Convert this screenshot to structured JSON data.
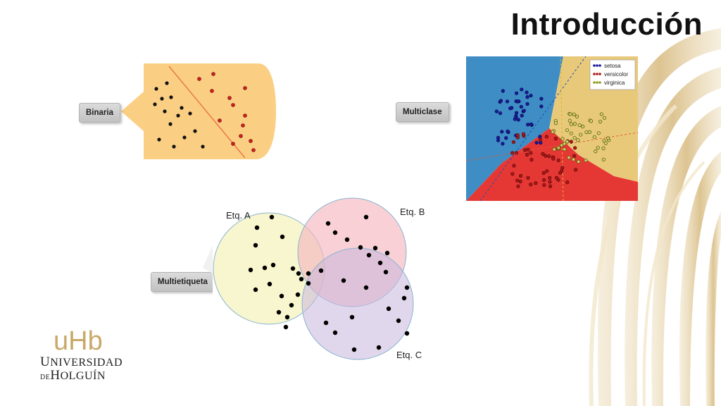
{
  "slide": {
    "title": "Introducción",
    "brand_color": "#c9a96a",
    "accent_decoration": "gold-stripes"
  },
  "labels": {
    "binary": "Binaria",
    "multiclass": "Multiclase",
    "multilabel": "Multietiqueta"
  },
  "multiclass_legend": {
    "items": [
      {
        "name": "setosa",
        "color": "#1a1aa0"
      },
      {
        "name": "versicolor",
        "color": "#b01818"
      },
      {
        "name": "virginica",
        "color": "#8f9a1e"
      }
    ]
  },
  "venn": {
    "set_a": "Etq. A",
    "set_b": "Etq. B",
    "set_c": "Etq. C"
  },
  "logo": {
    "monogram": "uHb",
    "name_line1_cap": "U",
    "name_line1_rest": "NIVERSIDAD",
    "name_line2_small": "DE",
    "name_line2_cap": "H",
    "name_line2_rest": "OLGUÍN"
  }
}
